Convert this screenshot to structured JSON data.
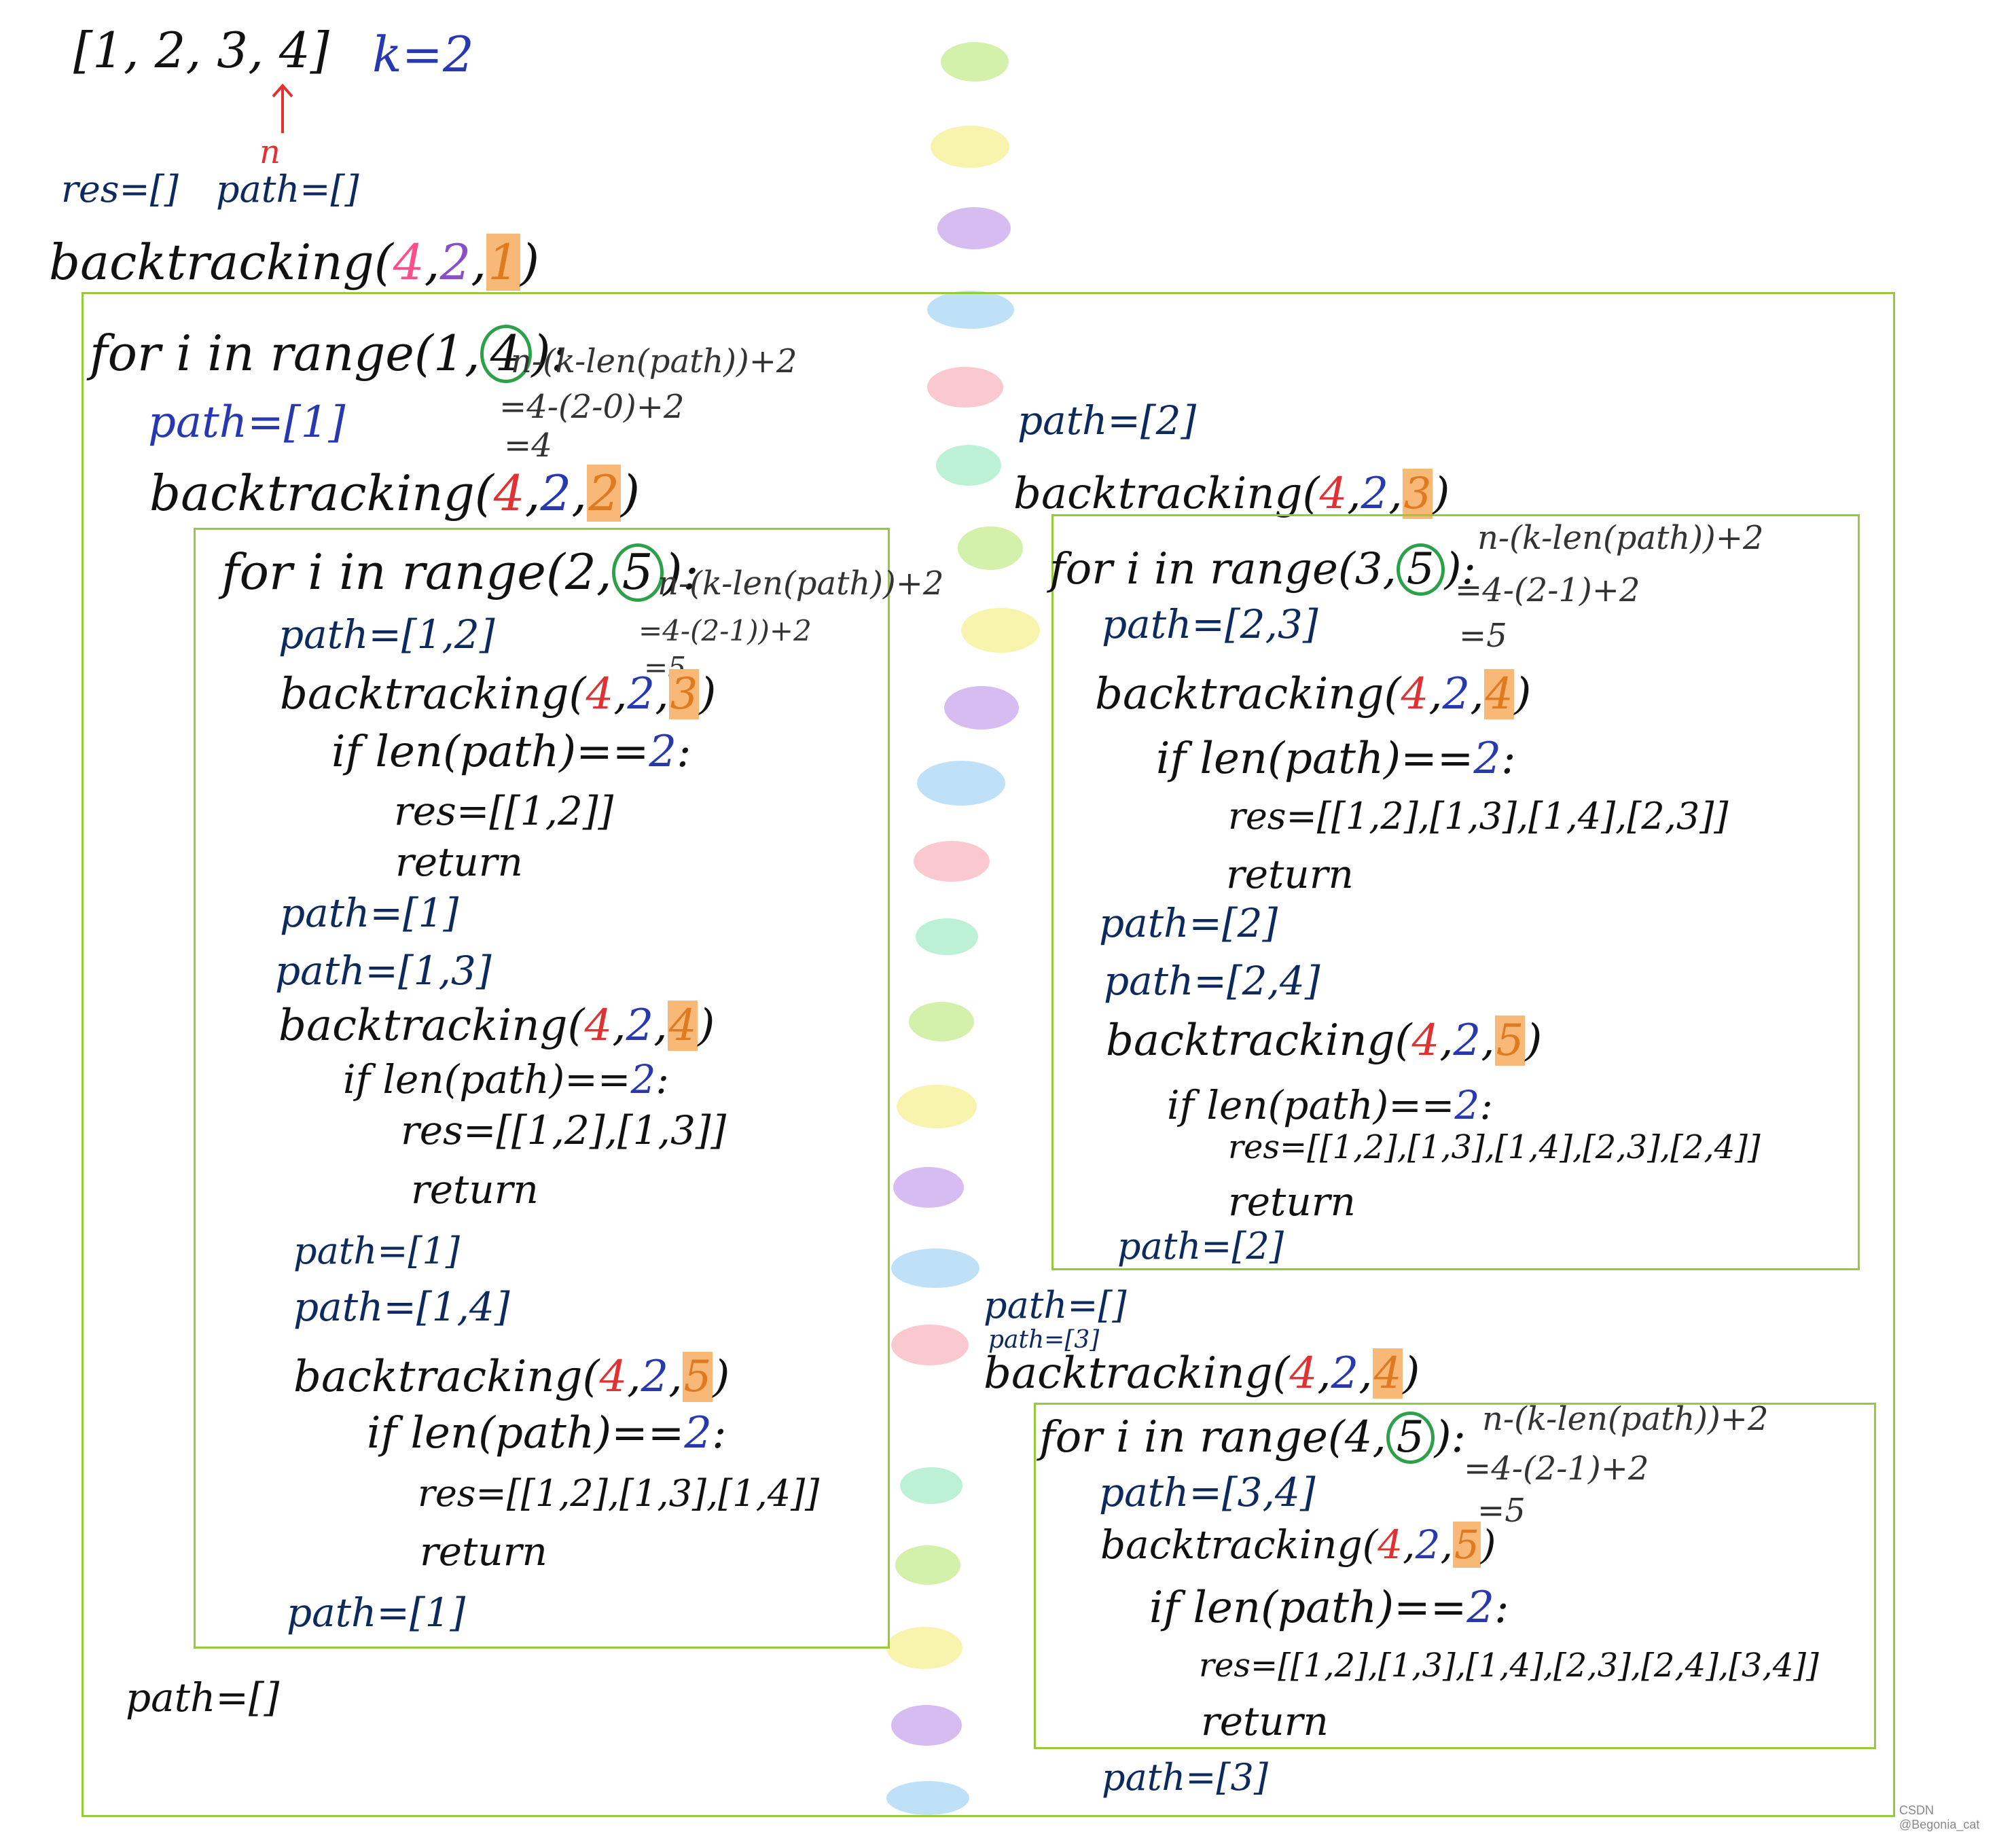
{
  "header": {
    "list_text": "[1, 2, 3, 4]",
    "k_text": "k=2",
    "pointer_label": "n",
    "res_init": "res=[]",
    "path_init": "path=[]",
    "root_fn": "backtracking(",
    "root_a1": "4",
    "root_a2": "2",
    "root_a3": "1",
    "close": ")"
  },
  "colors": {
    "box_border": "#97c93c",
    "ring_green": "#2da04a",
    "highlight_orange": "#f8b878",
    "red": "#e03232",
    "blue": "#2838b0",
    "navy": "#0d2a5e",
    "pink": "#ff4f8b",
    "purple": "#8a4fc8",
    "brown_orange": "#e07a20"
  },
  "level1": {
    "for_pre": "for i in range(1,",
    "for_end": "4",
    "for_post": "):",
    "formula": {
      "l1": "n-(k-len(path))+2",
      "l2": "=4-(2-0)+2",
      "l3": "=4"
    },
    "lines": {
      "path1": "path=[1]",
      "bt2_fn": "backtracking(",
      "bt2_a1": "4",
      "bt2_a2": "2",
      "bt2_a3": "2",
      "path_empty": "path=[]",
      "path2": "path=[2]",
      "bt3_a3": "3",
      "path_empty2": "path=[]",
      "path3": "path=[3]",
      "bt4_a3": "4"
    }
  },
  "box_i1": {
    "for_pre": "for i in range(2,",
    "for_end": "5",
    "for_post": "):",
    "formula": {
      "l1": "n-(k-len(path))+2",
      "l2": "=4-(2-1))+2",
      "l3": "=5"
    },
    "lines": [
      "path=[1,2]",
      "backtracking(",
      "4",
      "2",
      "3",
      "if len(path)==",
      "2",
      ":",
      "res=[[1,2]]",
      "return",
      "path=[1]",
      "path=[1,3]",
      "4",
      "res=[[1,2],[1,3]]",
      "path=[1]",
      "path=[1,4]",
      "5",
      "res=[[1,2],[1,3],[1,4]]",
      "path=[1]"
    ]
  },
  "box_i2": {
    "for_pre": "for i in range(3,",
    "for_end": "5",
    "for_post": "):",
    "formula": {
      "l1": "n-(k-len(path))+2",
      "l2": "=4-(2-1)+2",
      "l3": "=5"
    },
    "lines": {
      "path23": "path=[2,3]",
      "a3_4": "4",
      "res4": "res=[[1,2],[1,3],[1,4],[2,3]]",
      "path2": "path=[2]",
      "path24": "path=[2,4]",
      "a3_5": "5",
      "res5": "res=[[1,2],[1,3],[1,4],[2,3],[2,4]]",
      "path2b": "path=[2]"
    }
  },
  "box_i3": {
    "for_pre": "for i in range(4,",
    "for_end": "5",
    "for_post": "):",
    "formula": {
      "l1": "n-(k-len(path))+2",
      "l2": "=4-(2-1)+2",
      "l3": "=5"
    },
    "lines": {
      "path34": "path=[3,4]",
      "a3_5": "5",
      "res6": "res=[[1,2],[1,3],[1,4],[2,3],[2,4],[3,4]]",
      "return": "return"
    }
  },
  "watermark": "CSDN @Begonia_cat"
}
